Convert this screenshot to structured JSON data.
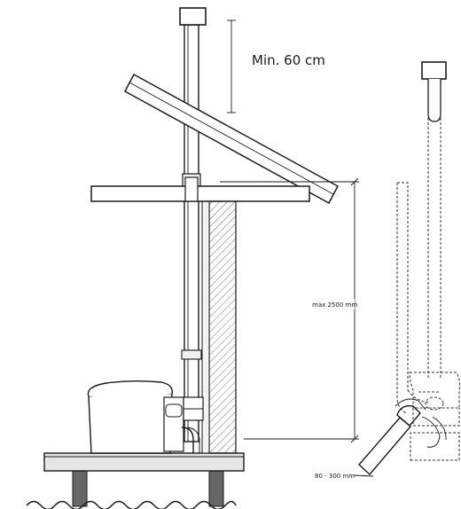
{
  "labels": {
    "min_height": "Min. 60 cm",
    "max_height": "max 2500 mm",
    "offset_range": "80 - 300 mm"
  }
}
